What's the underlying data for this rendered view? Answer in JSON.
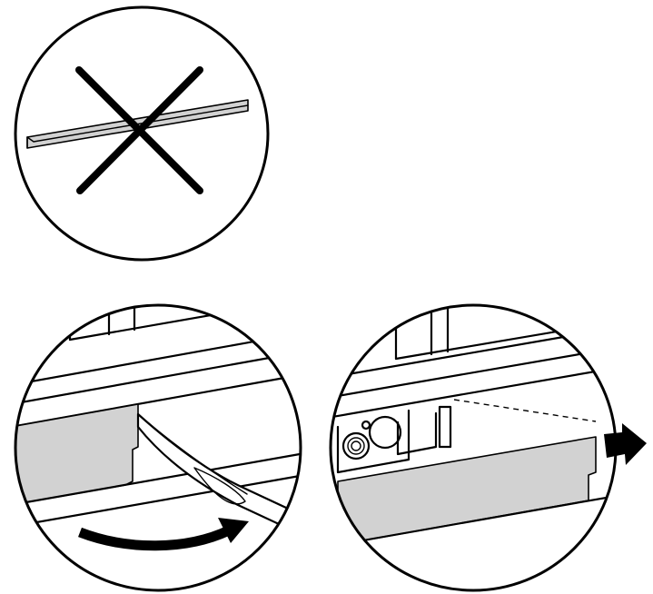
{
  "figure": {
    "panels": [
      {
        "id": "incorrect",
        "icon": "prohibited-cross-icon"
      },
      {
        "id": "step-pry",
        "icon": "screwdriver-icon"
      },
      {
        "id": "step-remove",
        "icon": "arrow-right-icon"
      }
    ]
  },
  "colors": {
    "line": "#000000",
    "panel_fill": "#d2d2d2",
    "background": "#ffffff"
  }
}
